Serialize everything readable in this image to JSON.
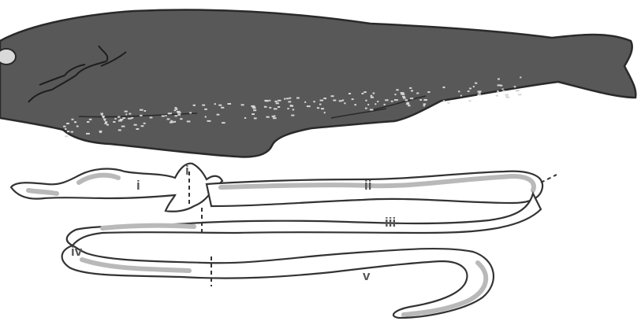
{
  "figure": {
    "segment_labels": [
      "i",
      "ii",
      "iii",
      "iv",
      "v"
    ],
    "colors": {
      "fish_body": "#585858",
      "fish_outline": "#2a2a2a",
      "gut_shading": "#b9b9b9",
      "gut_outline": "#333333",
      "speckle": "#d6d6d6",
      "background": "#ffffff"
    }
  }
}
